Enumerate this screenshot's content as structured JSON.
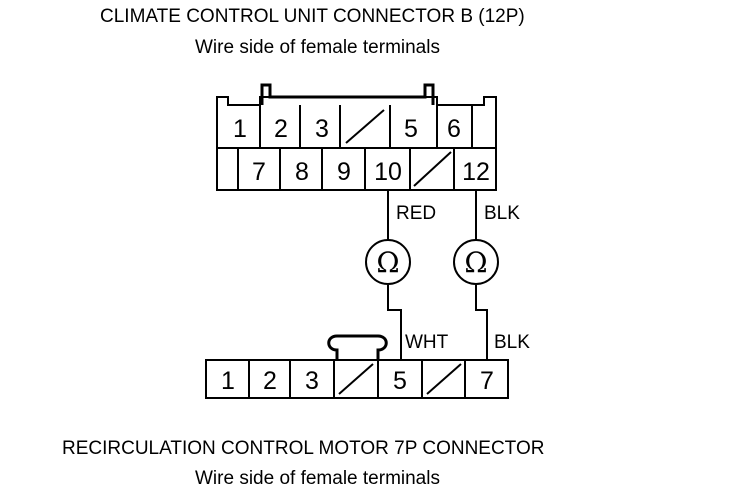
{
  "top_connector": {
    "title": "CLIMATE CONTROL UNIT CONNECTOR B (12P)",
    "subtitle": "Wire side of female terminals",
    "row1": [
      "1",
      "2",
      "3",
      "5",
      "6"
    ],
    "row2": [
      "7",
      "8",
      "9",
      "10",
      "12"
    ]
  },
  "bottom_connector": {
    "title": "RECIRCULATION CONTROL MOTOR 7P CONNECTOR",
    "subtitle": "Wire side of female terminals",
    "pins": [
      "1",
      "2",
      "3",
      "5",
      "7"
    ]
  },
  "wires": {
    "red": "RED",
    "blk_top": "BLK",
    "wht": "WHT",
    "blk_bottom": "BLK"
  },
  "meters": {
    "symbol": "Ω"
  },
  "colors": {
    "line": "#000000",
    "background": "#ffffff"
  }
}
